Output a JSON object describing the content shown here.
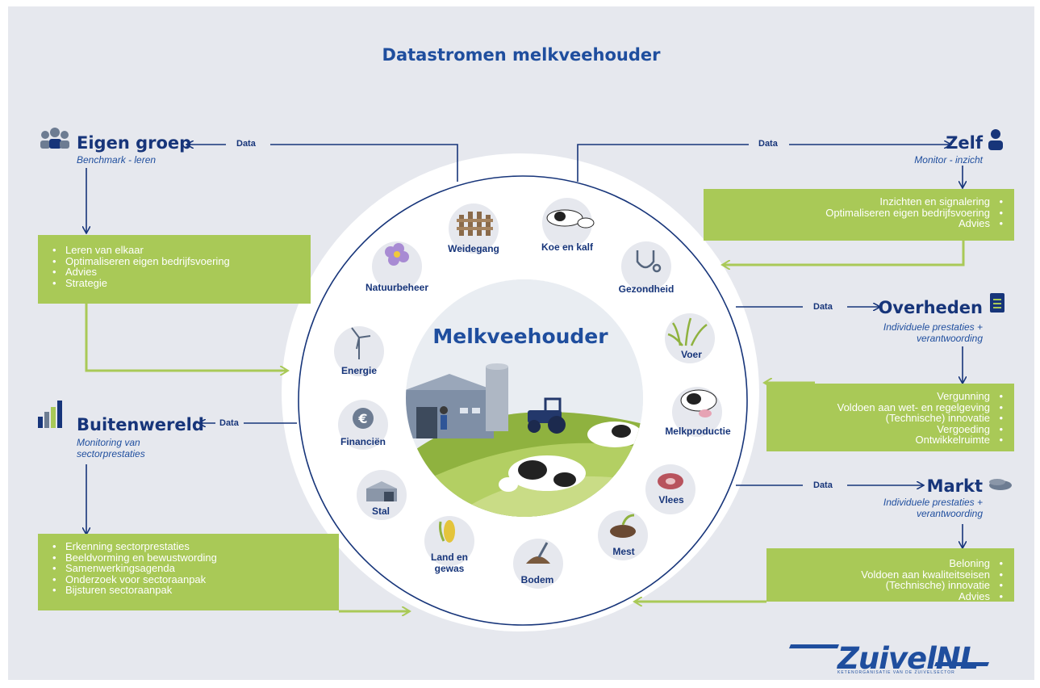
{
  "title": "Datastromen melkveehouder",
  "center": "Melkveehouder",
  "data_label": "Data",
  "groups": {
    "eigen_groep": {
      "title": "Eigen groep",
      "subtitle": "Benchmark - leren",
      "items": [
        "Leren van elkaar",
        "Optimaliseren eigen bedrijfsvoering",
        "Advies",
        "Strategie"
      ]
    },
    "zelf": {
      "title": "Zelf",
      "subtitle": "Monitor - inzicht",
      "items": [
        "Inzichten en signalering",
        "Optimaliseren eigen bedrijfsvoering",
        "Advies"
      ]
    },
    "overheden": {
      "title": "Overheden",
      "subtitle_1": "Individuele prestaties +",
      "subtitle_2": "verantwoording",
      "items": [
        "Vergunning",
        "Voldoen aan wet- en regelgeving",
        "(Technische) innovatie",
        "Vergoeding",
        "Ontwikkelruimte"
      ]
    },
    "buitenwereld": {
      "title": "Buitenwereld",
      "subtitle_1": "Monitoring van",
      "subtitle_2": "sectorprestaties",
      "items": [
        "Erkenning sectorprestaties",
        "Beeldvorming en bewustwording",
        "Samenwerkingsagenda",
        "Onderzoek voor sectoraanpak",
        "Bijsturen sectoraanpak"
      ]
    },
    "markt": {
      "title": "Markt",
      "subtitle_1": "Individuele prestaties +",
      "subtitle_2": "verantwoording",
      "items": [
        "Beloning",
        "Voldoen aan kwaliteitseisen",
        "(Technische) innovatie",
        "Advies"
      ]
    }
  },
  "topics": {
    "weidegang": {
      "label": "Weidegang",
      "icon": "fence-icon"
    },
    "koe_en_kalf": {
      "label": "Koe en kalf",
      "icon": "cow-calf-icon"
    },
    "gezondheid": {
      "label": "Gezondheid",
      "icon": "stethoscope-icon"
    },
    "voer": {
      "label": "Voer",
      "icon": "grass-icon"
    },
    "melkproductie": {
      "label": "Melkproductie",
      "icon": "udder-icon"
    },
    "vlees": {
      "label": "Vlees",
      "icon": "steak-icon"
    },
    "mest": {
      "label": "Mest",
      "icon": "manure-icon"
    },
    "bodem": {
      "label": "Bodem",
      "icon": "soil-shovel-icon"
    },
    "land_en_gewas": {
      "label_1": "Land en",
      "label_2": "gewas",
      "icon": "corn-icon"
    },
    "stal": {
      "label": "Stal",
      "icon": "barn-icon"
    },
    "financien": {
      "label": "Financiën",
      "icon": "euro-coin-icon"
    },
    "energie": {
      "label": "Energie",
      "icon": "wind-turbine-icon"
    },
    "natuurbeheer": {
      "label": "Natuurbeheer",
      "icon": "flower-icon"
    }
  },
  "logo": {
    "name": "ZuivelNL",
    "tagline": "KETENORGANISATIE VAN DE ZUIVELSECTOR"
  },
  "colors": {
    "navy": "#17357a",
    "blue": "#1f4e9e",
    "green": "#a9c957",
    "background": "#e6e8ee",
    "ring": "#ffffff"
  }
}
